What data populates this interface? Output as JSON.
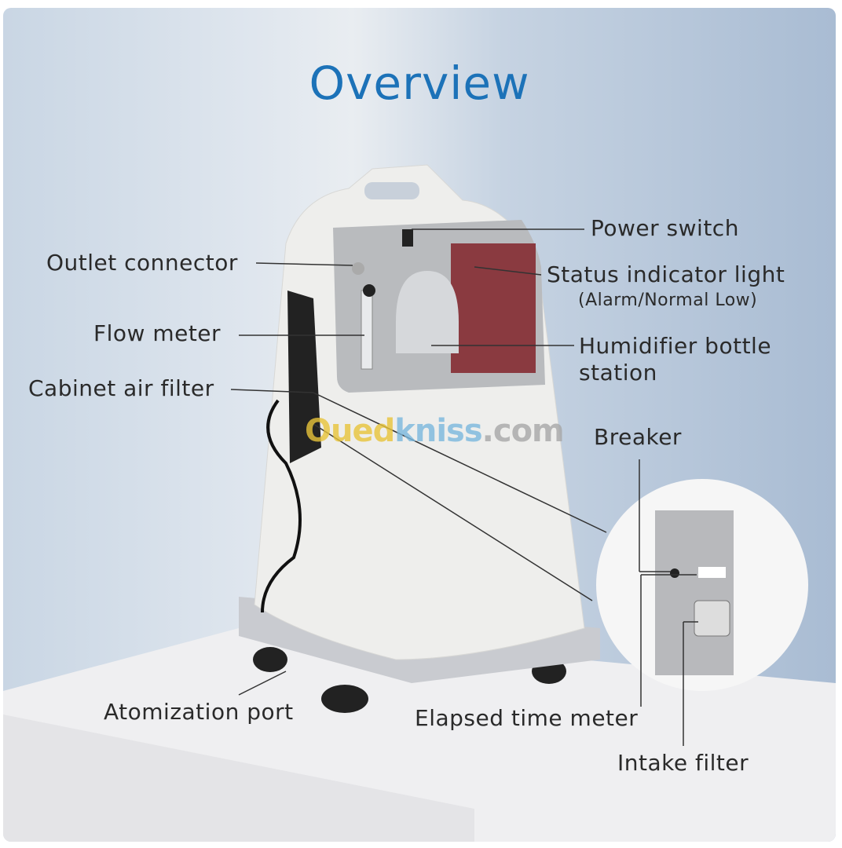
{
  "title": "Overview",
  "labels": {
    "power_switch": "Power switch",
    "outlet_connector": "Outlet connector",
    "status_indicator": "Status indicator light",
    "status_indicator_sub": "(Alarm/Normal Low)",
    "flow_meter": "Flow meter",
    "humidifier_1": "Humidifier bottle",
    "humidifier_2": "station",
    "cabinet_air_filter": "Cabinet air filter",
    "breaker": "Breaker",
    "atomization_port": "Atomization port",
    "elapsed_time_meter": "Elapsed time meter",
    "intake_filter": "Intake filter"
  },
  "watermark": {
    "part1": "Oued",
    "part2": "kniss",
    "part3": ".com"
  },
  "colors": {
    "title": "#1c72b8",
    "wm1": "#e8c43a",
    "wm2": "#7ab8de",
    "wm3": "#a8a8a8"
  }
}
